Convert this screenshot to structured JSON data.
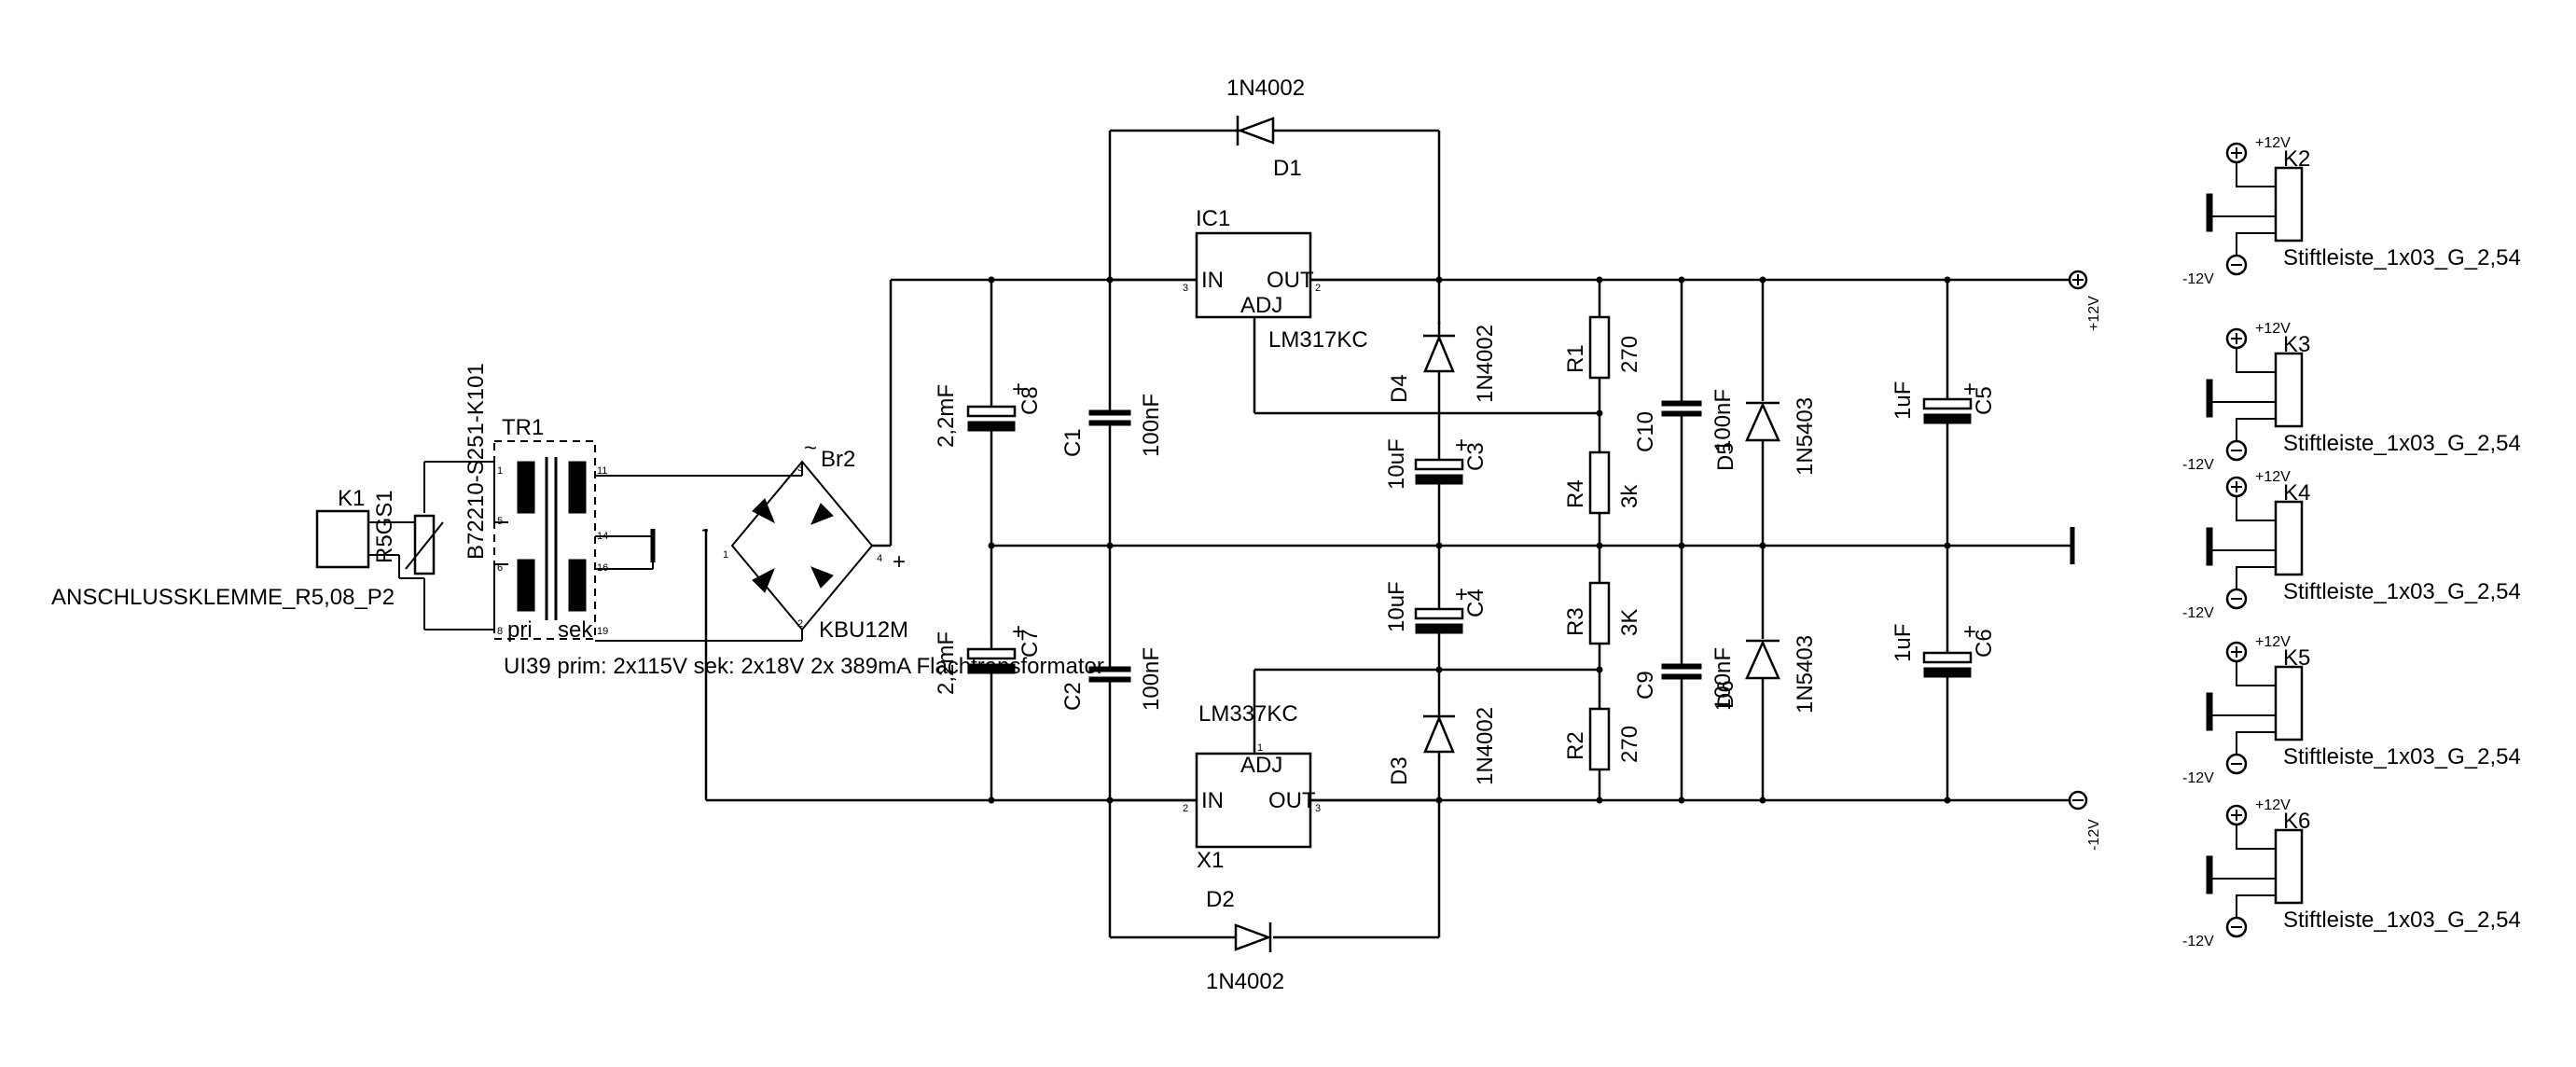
{
  "transformer": {
    "ref": "TR1",
    "pri_label": "pri",
    "sec_label": "sek",
    "description": "UI39 prim: 2x115V sek: 2x18V 2x 389mA Flachtransformator",
    "pins": [
      "1",
      "5",
      "6",
      "8",
      "11",
      "14",
      "16",
      "19"
    ]
  },
  "connector_k1": {
    "ref": "K1",
    "value": "ANSCHLUSSKLEMME_R5,08_P2"
  },
  "varistor": {
    "ref": "R5GS1",
    "value": "B72210-S251-K101"
  },
  "bridge": {
    "ref": "Br2",
    "value": "KBU12M",
    "plus": "+",
    "minus": "-",
    "tilde": "~"
  },
  "ic1": {
    "ref": "IC1",
    "value": "LM317KC",
    "in": "IN",
    "out": "OUT",
    "adj": "ADJ"
  },
  "x1": {
    "ref": "X1",
    "value": "LM337KC",
    "in": "IN",
    "out": "OUT",
    "adj": "ADJ"
  },
  "diodes": [
    {
      "ref": "D1",
      "value": "1N4002"
    },
    {
      "ref": "D2",
      "value": "1N4002"
    },
    {
      "ref": "D3",
      "value": "1N4002"
    },
    {
      "ref": "D4",
      "value": "1N4002"
    },
    {
      "ref": "D5",
      "value": "1N5403"
    },
    {
      "ref": "D6",
      "value": "1N5403"
    }
  ],
  "capacitors": [
    {
      "ref": "C1",
      "value": "100nF"
    },
    {
      "ref": "C2",
      "value": "100nF"
    },
    {
      "ref": "C3",
      "value": "10uF"
    },
    {
      "ref": "C4",
      "value": "10uF"
    },
    {
      "ref": "C5",
      "value": "1uF"
    },
    {
      "ref": "C6",
      "value": "1uF"
    },
    {
      "ref": "C7",
      "value": "2,2mF"
    },
    {
      "ref": "C8",
      "value": "2,2mF"
    },
    {
      "ref": "C9",
      "value": "100nF"
    },
    {
      "ref": "C10",
      "value": "100nF"
    }
  ],
  "resistors": [
    {
      "ref": "R1",
      "value": "270"
    },
    {
      "ref": "R2",
      "value": "270"
    },
    {
      "ref": "R3",
      "value": "3K"
    },
    {
      "ref": "R4",
      "value": "3k"
    }
  ],
  "supply": {
    "pos": "+12V",
    "neg": "-12V"
  },
  "headers": [
    {
      "ref": "K2",
      "value": "Stiftleiste_1x03_G_2,54",
      "pos": "+12V",
      "neg": "-12V"
    },
    {
      "ref": "K3",
      "value": "Stiftleiste_1x03_G_2,54",
      "pos": "+12V",
      "neg": "-12V"
    },
    {
      "ref": "K4",
      "value": "Stiftleiste_1x03_G_2,54",
      "pos": "+12V",
      "neg": "-12V"
    },
    {
      "ref": "K5",
      "value": "Stiftleiste_1x03_G_2,54",
      "pos": "+12V",
      "neg": "-12V"
    },
    {
      "ref": "K6",
      "value": "Stiftleiste_1x03_G_2,54",
      "pos": "+12V",
      "neg": "-12V"
    }
  ],
  "pin_numbers": {
    "one": "1",
    "two": "2",
    "three": "3",
    "four": "4"
  }
}
